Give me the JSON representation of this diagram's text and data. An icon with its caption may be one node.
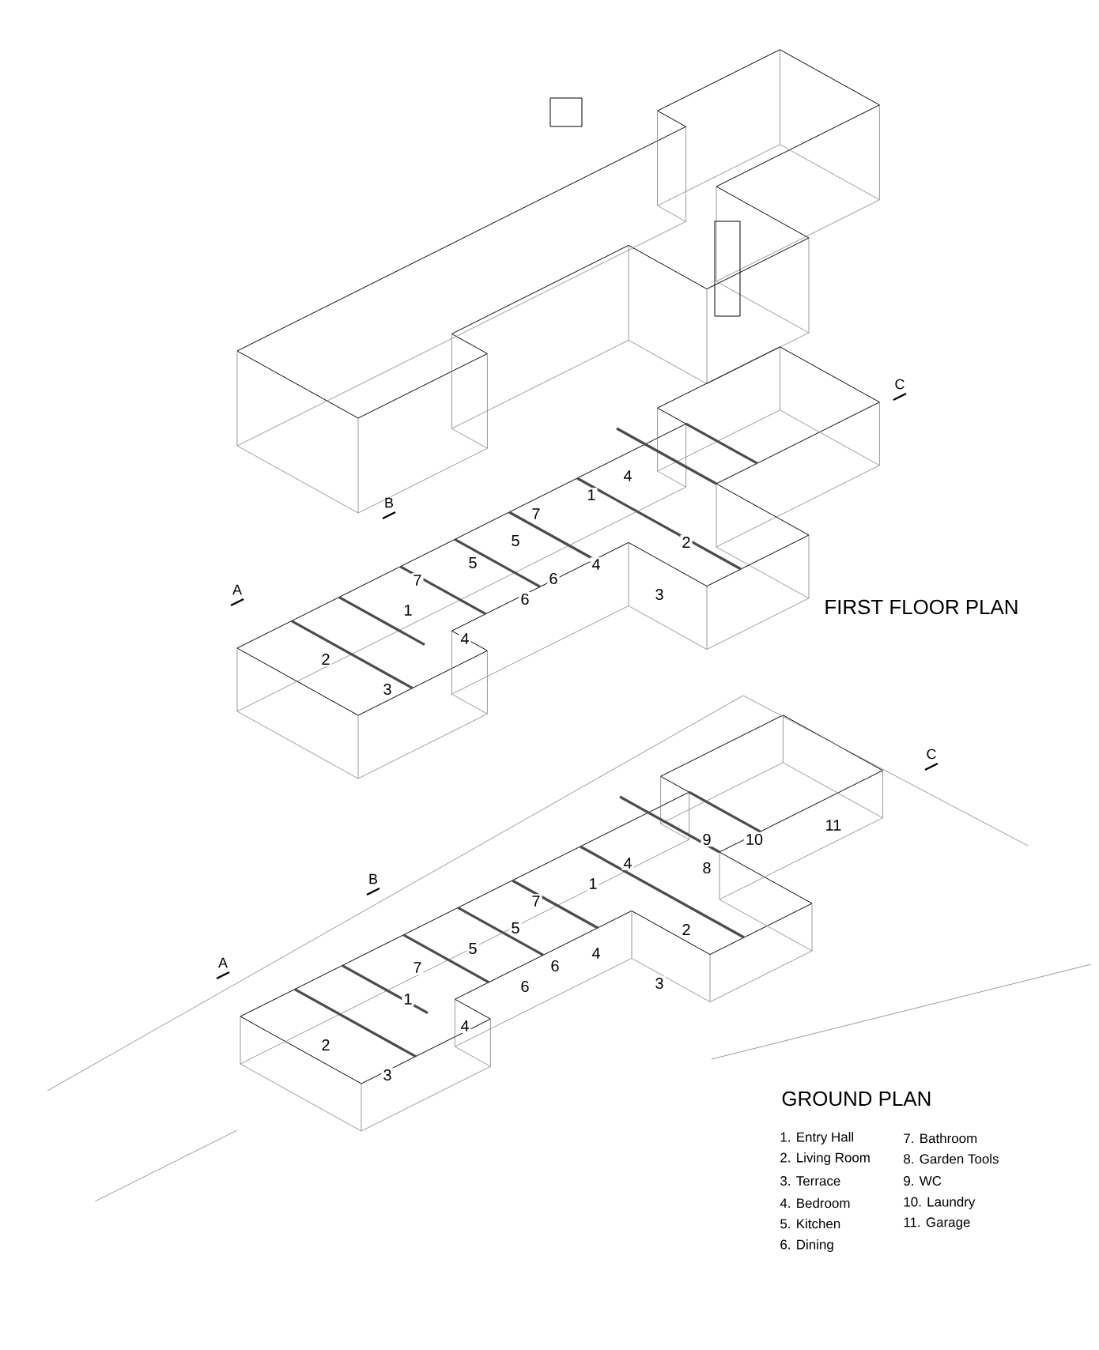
{
  "diagram": {
    "labels": [
      "C",
      "4",
      "1",
      "B",
      "7",
      "5",
      "2",
      "5",
      "4",
      "7",
      "6",
      "A",
      "6",
      "3",
      "FIRST FLOOR PLAN",
      "1",
      "4",
      "2",
      "3",
      "C",
      "11",
      "9",
      "10",
      "4",
      "8",
      "B",
      "1",
      "7",
      "5",
      "2",
      "5",
      "4",
      "A",
      "7",
      "6",
      "6",
      "3",
      "1",
      "4",
      "2",
      "3",
      "GROUND PLAN",
      "1. Entry Hall",
      "7. Bathroom",
      "2. Living Room",
      "8. Garden Tools",
      "3. Terrace",
      "9. WC",
      "4. Bedroom",
      "10. Laundry",
      "5. Kitchen",
      "11. Garage",
      "6. Dining"
    ]
  }
}
